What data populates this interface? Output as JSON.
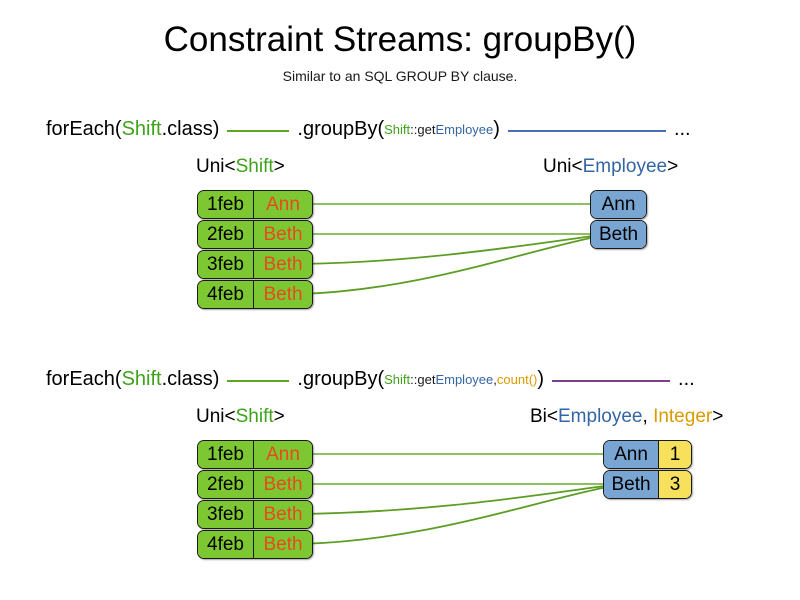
{
  "header": {
    "title": "Constraint Streams: groupBy()",
    "subtitle": "Similar to an SQL GROUP BY clause."
  },
  "colors": {
    "shift_box": "#7DC832",
    "shift_name_text": "#E8491D",
    "employee_box": "#79A5D2",
    "count_box": "#F7E05C",
    "green_token": "#3FA21B",
    "blue_token": "#3465A4",
    "gold_token": "#D99B00",
    "connector_green": "#5EA526",
    "connector_blue": "#4A6FB0",
    "connector_purple": "#7B3F8C",
    "background": "#FFFFFF"
  },
  "sections": [
    {
      "id": "groupby-key-only",
      "code": {
        "for_each_prefix": "forEach(",
        "for_each_type": "Shift",
        "for_each_suffix": ".class)",
        "group_by_prefix": ".groupBy(",
        "arg_type": "Shift",
        "arg_method_prefix": "::get",
        "arg_method_type": "Employee",
        "arg_extra": "",
        "group_by_suffix": ")",
        "trailing_ellipsis": "..."
      },
      "left_label": {
        "prefix": "Uni<",
        "type": "Shift",
        "suffix": ">"
      },
      "right_label": {
        "prefix": "Uni<",
        "type": "Employee",
        "suffix": ">"
      },
      "shifts": [
        {
          "date": "1feb",
          "employee": "Ann"
        },
        {
          "date": "2feb",
          "employee": "Beth"
        },
        {
          "date": "3feb",
          "employee": "Beth"
        },
        {
          "date": "4feb",
          "employee": "Beth"
        }
      ],
      "results": [
        {
          "employee": "Ann"
        },
        {
          "employee": "Beth"
        }
      ]
    },
    {
      "id": "groupby-key-and-count",
      "code": {
        "for_each_prefix": "forEach(",
        "for_each_type": "Shift",
        "for_each_suffix": ".class)",
        "group_by_prefix": ".groupBy(",
        "arg_type": "Shift",
        "arg_method_prefix": "::get",
        "arg_method_type": "Employee",
        "arg_separator": ", ",
        "arg_extra": "count()",
        "group_by_suffix": ")",
        "trailing_ellipsis": "..."
      },
      "left_label": {
        "prefix": "Uni<",
        "type": "Shift",
        "suffix": ">"
      },
      "right_label": {
        "prefix": "Bi<",
        "type": "Employee",
        "separator": ", ",
        "type2": "Integer",
        "suffix": ">"
      },
      "shifts": [
        {
          "date": "1feb",
          "employee": "Ann"
        },
        {
          "date": "2feb",
          "employee": "Beth"
        },
        {
          "date": "3feb",
          "employee": "Beth"
        },
        {
          "date": "4feb",
          "employee": "Beth"
        }
      ],
      "results": [
        {
          "employee": "Ann",
          "count": "1"
        },
        {
          "employee": "Beth",
          "count": "3"
        }
      ]
    }
  ]
}
